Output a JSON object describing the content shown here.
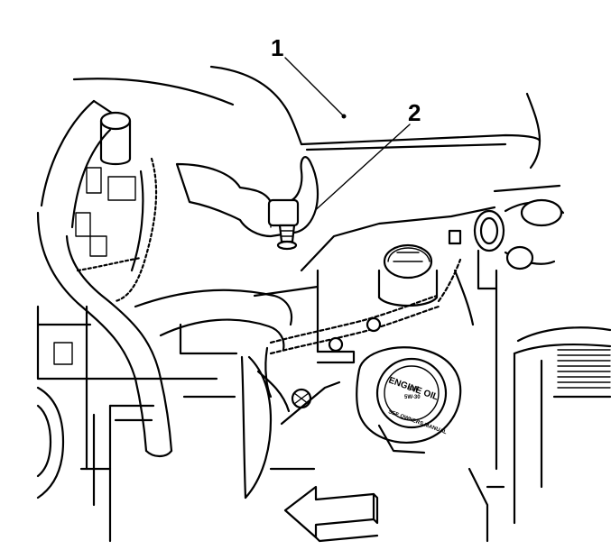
{
  "callouts": [
    {
      "label": "1"
    },
    {
      "label": "2"
    }
  ],
  "oil_cap": {
    "line1": "ENGINE OIL",
    "line2": "SAE",
    "line3": "5W-30",
    "line4": "SEE OWNERS MANUAL"
  },
  "icons": [
    "direction-arrow-left-icon"
  ]
}
